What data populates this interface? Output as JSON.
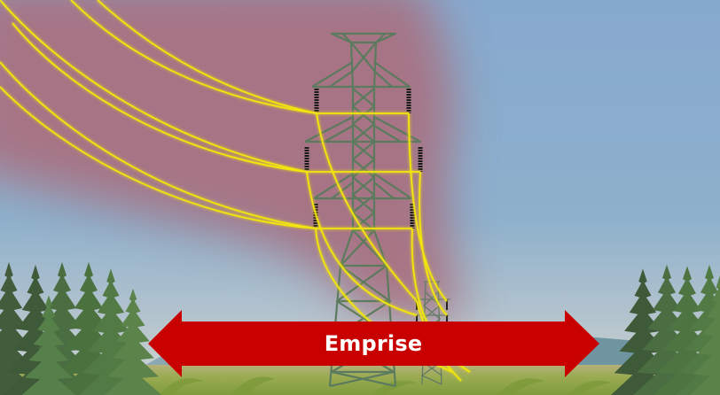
{
  "illustration": {
    "subject": "high-voltage transmission line right-of-way",
    "label": "Emprise",
    "elements": {
      "main_pylon": "lattice transmission tower with three cross-arms and insulators",
      "distant_pylon": "smaller lattice tower in background",
      "conductors": "glowing yellow power lines",
      "field": "red-pink haze around conductors",
      "trees_left": "conifer forest",
      "trees_right": "conifer forest",
      "mountains": "distant blue hills",
      "ground": "grass meadow",
      "arrow": "double-headed red arrow indicating corridor width"
    }
  },
  "colors": {
    "sky_top": "#86a9ce",
    "sky_bottom": "#c9d3d3",
    "haze": "#a8717f",
    "wire": "#f5e81a",
    "wire_glow": "#fff36a",
    "tower": "#5c7a5e",
    "insulator": "#1e1e1e",
    "arrow": "#c80000",
    "arrow_text": "#ffffff",
    "tree_dark": "#3f5a3a",
    "tree_mid": "#4e7440",
    "tree_light": "#5c8a4c",
    "mountain": "#7d9eac",
    "grass": "#8fa547",
    "grass_light": "#b6b46a"
  }
}
